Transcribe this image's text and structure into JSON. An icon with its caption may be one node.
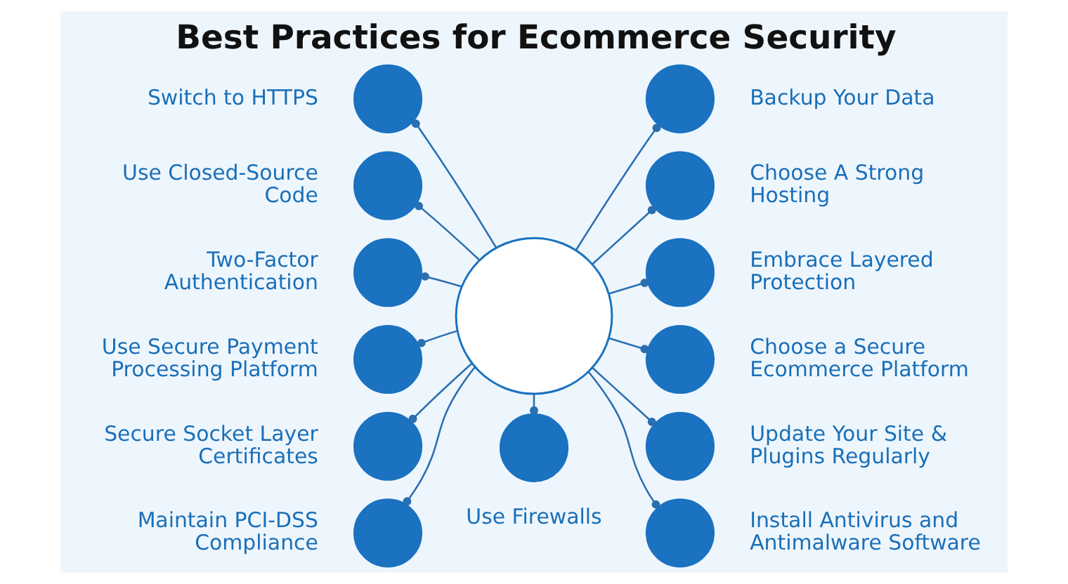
{
  "diagram": {
    "title": "Best Practices for Ecommerce Security",
    "nodes": [
      {
        "text": [],
        "shape": "circle"
      },
      {
        "text": [],
        "shape": "circle",
        "beside": [
          "Switch to HTTPS"
        ]
      },
      {
        "text": [],
        "shape": "circle",
        "beside": [
          "Use Closed-Source Code"
        ]
      },
      {
        "text": [],
        "shape": "circle",
        "beside": [
          "Two-Factor Authentication"
        ]
      },
      {
        "text": [],
        "shape": "circle",
        "beside": [
          "Use Secure Payment Processing Platform"
        ]
      },
      {
        "text": [],
        "shape": "circle",
        "beside": [
          "Secure Socket Layer Certificates"
        ]
      },
      {
        "text": [],
        "shape": "circle",
        "beside": [
          "Maintain PCI-DSS Compliance"
        ]
      },
      {
        "text": [],
        "shape": "circle",
        "beside": [
          "Backup Your Data"
        ]
      },
      {
        "text": [],
        "shape": "circle",
        "beside": [
          "Choose A Strong Hosting"
        ]
      },
      {
        "text": [],
        "shape": "circle",
        "beside": [
          "Embrace Layered Protection"
        ]
      },
      {
        "text": [],
        "shape": "circle",
        "beside": [
          "Choose a Secure Ecommerce Platform"
        ]
      },
      {
        "text": [],
        "shape": "circle",
        "beside": [
          "Update Your Site & Plugins Regularly"
        ]
      },
      {
        "text": [],
        "shape": "circle",
        "beside": [
          "Install Antivirus and Antimalware Software"
        ]
      },
      {
        "text": [],
        "shape": "circle",
        "beside": [
          "Use Firewalls"
        ]
      }
    ],
    "edges": [
      {
        "from": 0,
        "to": 1,
        "arrow": "other"
      },
      {
        "from": 0,
        "to": 2,
        "arrow": "other"
      },
      {
        "from": 0,
        "to": 3,
        "arrow": "other"
      },
      {
        "from": 0,
        "to": 4,
        "arrow": "other"
      },
      {
        "from": 0,
        "to": 5,
        "arrow": "other"
      },
      {
        "from": 0,
        "to": 6,
        "arrow": "other"
      },
      {
        "from": 0,
        "to": 7,
        "arrow": "other"
      },
      {
        "from": 0,
        "to": 8,
        "arrow": "other"
      },
      {
        "from": 0,
        "to": 9,
        "arrow": "other"
      },
      {
        "from": 0,
        "to": 10,
        "arrow": "other"
      },
      {
        "from": 0,
        "to": 11,
        "arrow": "other"
      },
      {
        "from": 0,
        "to": 12,
        "arrow": "other"
      },
      {
        "from": 0,
        "to": 13,
        "arrow": "other"
      }
    ]
  }
}
